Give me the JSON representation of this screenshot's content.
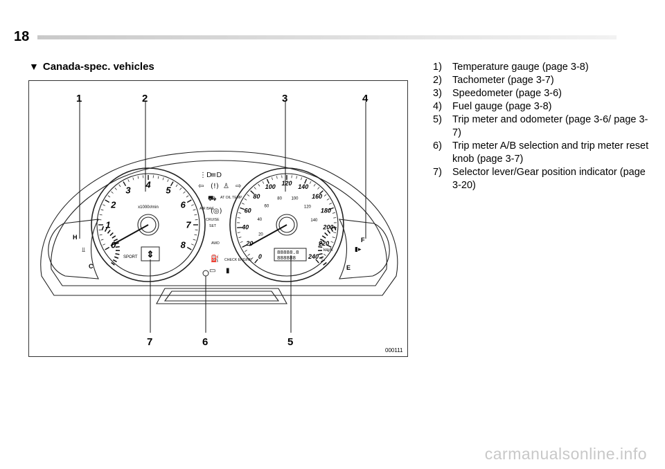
{
  "page": {
    "number": "18"
  },
  "section": {
    "marker": "▼",
    "heading": "Canada-spec. vehicles"
  },
  "figure": {
    "code": "000111",
    "callouts": [
      "1",
      "2",
      "3",
      "4",
      "5",
      "6",
      "7"
    ],
    "tachometer": {
      "unit": "x1000r/min",
      "numbers": [
        "0",
        "1",
        "2",
        "3",
        "4",
        "5",
        "6",
        "7",
        "8"
      ],
      "mode_label": "SPORT"
    },
    "speedometer": {
      "unit": "km/h",
      "major": [
        "0",
        "20",
        "40",
        "60",
        "80",
        "100",
        "120",
        "140",
        "160",
        "180",
        "200",
        "220",
        "240"
      ],
      "minor": [
        "20",
        "40",
        "60",
        "80",
        "100",
        "120",
        "140"
      ],
      "odometer_digits": "88888.8",
      "trip_digits": "888888"
    },
    "temperature_gauge": {
      "hot": "H",
      "cold": "C"
    },
    "fuel_gauge": {
      "full": "F",
      "empty": "E"
    },
    "indicators": {
      "at_oil_temp": "AT OIL TEMP",
      "air_bag": "AIR BAG",
      "cruise": "CRUISE",
      "set": "SET",
      "awd": "AWD",
      "check_engine": "CHECK ENGINE"
    }
  },
  "legend": [
    {
      "num": "1)",
      "text": "Temperature gauge (page 3-8)"
    },
    {
      "num": "2)",
      "text": "Tachometer (page 3-7)"
    },
    {
      "num": "3)",
      "text": "Speedometer (page 3-6)"
    },
    {
      "num": "4)",
      "text": "Fuel gauge (page 3-8)"
    },
    {
      "num": "5)",
      "text": "Trip meter and odometer (page 3-6/ page 3-7)"
    },
    {
      "num": "6)",
      "text": "Trip meter A/B selection and trip meter reset knob (page 3-7)"
    },
    {
      "num": "7)",
      "text": "Selector lever/Gear position indicator (page 3-20)"
    }
  ],
  "watermark": "carmanualsonline.info"
}
